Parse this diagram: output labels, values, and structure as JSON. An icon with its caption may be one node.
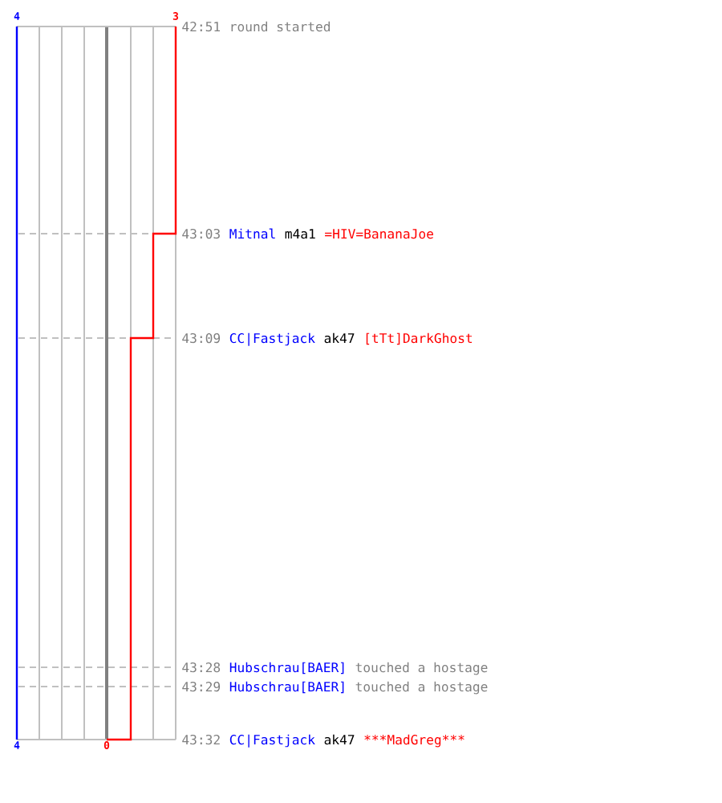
{
  "diagram": {
    "labels": [
      "4",
      "3",
      "42:51",
      "round started",
      "43:03",
      "Mitnal",
      "m4a1",
      "=HIV=BananaJoe",
      "43:09",
      "CC|Fastjack",
      "ak47",
      "[tTt]DarkGhost",
      "43:28",
      "Hubschrau[BAER]",
      "touched a hostage",
      "43:29",
      "Hubschrau[BAER]",
      "touched a hostage",
      "4",
      "0",
      "43:32",
      "CC|Fastjack",
      "ak47",
      "***MadGreg***"
    ]
  }
}
